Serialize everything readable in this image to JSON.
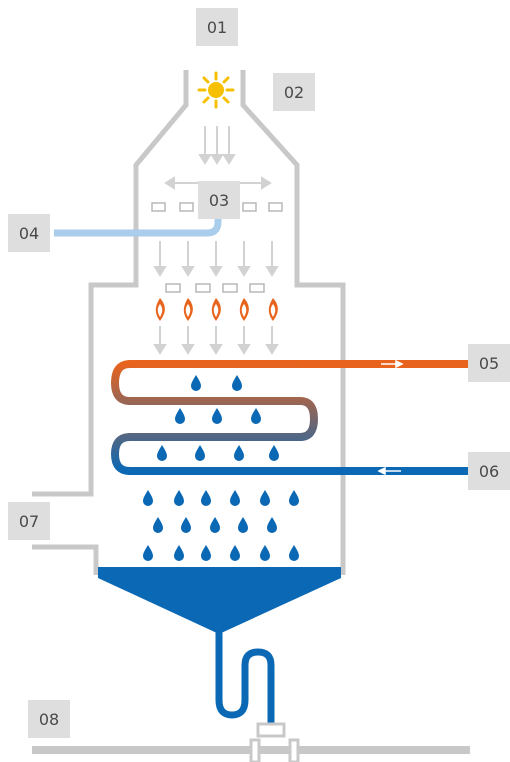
{
  "labels": {
    "l01": "01",
    "l02": "02",
    "l03": "03",
    "l04": "04",
    "l05": "05",
    "l06": "06",
    "l07": "07",
    "l08": "08"
  },
  "colors": {
    "wall": "#c8c8c8",
    "arrow": "#d2d2d2",
    "hot": "#e8641e",
    "cold": "#0a68b4",
    "water": "#0a68b4",
    "light_blue_pipe": "#a9cdeb",
    "sun": "#f6c000",
    "label_bg": "#dedede",
    "label_text": "#4a4a4a"
  },
  "icons": {
    "heat_source": "sun-icon",
    "droplet": "water-drop-icon",
    "flame": "flame-icon"
  }
}
